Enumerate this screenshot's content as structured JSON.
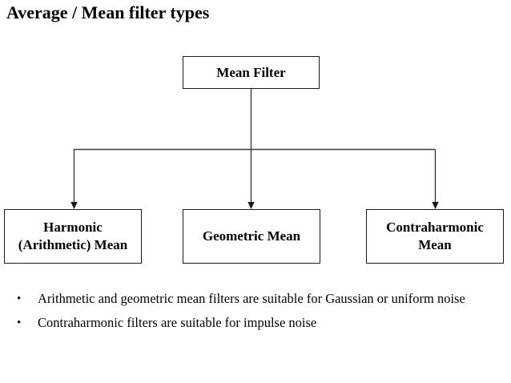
{
  "slide": {
    "title": "Average / Mean filter types",
    "background_color": "#ffffff",
    "text_color": "#000000"
  },
  "diagram": {
    "type": "tree",
    "border_color": "#1a1a1a",
    "connector_color": "#3a3a3a",
    "root": {
      "id": "mean-filter",
      "label": "Mean Filter"
    },
    "children": [
      {
        "id": "harmonic",
        "label": "Harmonic\n(Arithmetic) Mean"
      },
      {
        "id": "geometric",
        "label": "Geometric Mean"
      },
      {
        "id": "contraharmonic",
        "label": "Contraharmonic\nMean"
      }
    ]
  },
  "bullets": {
    "marker": "•",
    "items": [
      {
        "text": "Arithmetic and geometric mean filters are suitable for Gaussian or uniform noise"
      },
      {
        "text": "Contraharmonic filters are suitable for impulse noise"
      }
    ]
  }
}
